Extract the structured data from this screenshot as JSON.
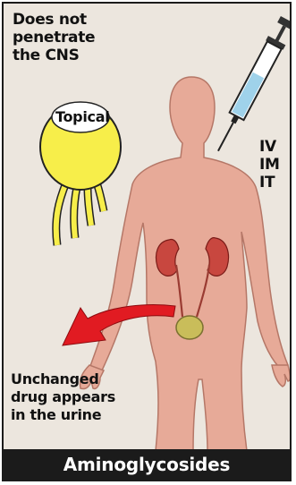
{
  "labels": {
    "cns": "Does not penetrate the CNS",
    "cns_lines": [
      "Does not",
      "penetrate",
      "the CNS"
    ],
    "topical": "Topical",
    "routes": [
      "IV",
      "IM",
      "IT"
    ],
    "urine_lines": [
      "Unchanged",
      "drug appears",
      "in the urine"
    ]
  },
  "title": "Aminoglycosides",
  "colors": {
    "background": "#ece6de",
    "body": "#e7aa98",
    "bubble": "#f7ee4a",
    "syringe_fluid": "#9fd2ea",
    "arrow": "#e11b22",
    "kidney": "#c8473f",
    "bladder": "#c9bd5a",
    "title_bar": "#1b1b1b"
  }
}
